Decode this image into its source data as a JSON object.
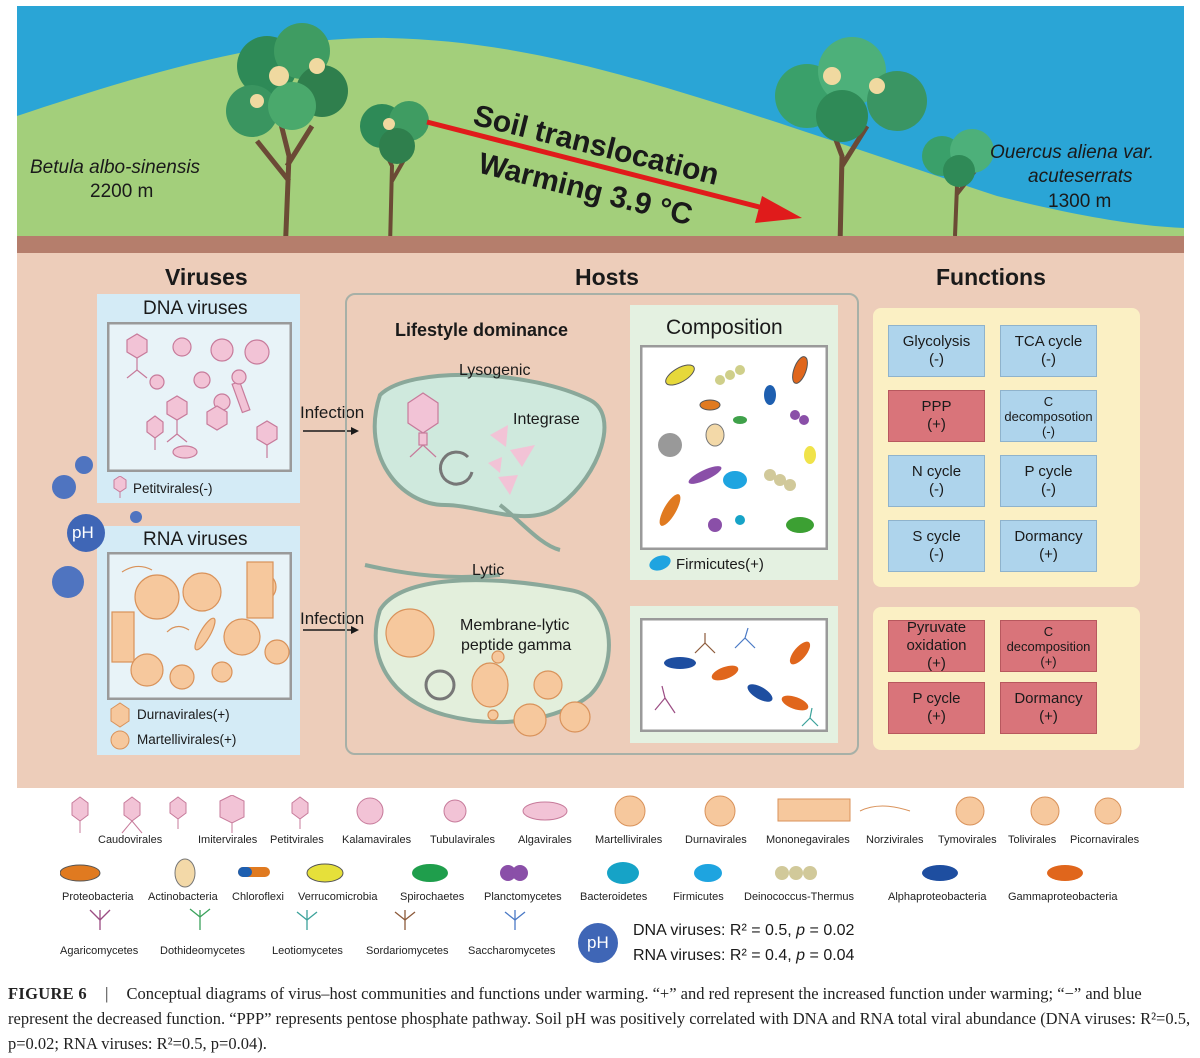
{
  "top": {
    "left_site": {
      "species": "Betula albo-sinensis",
      "elevation": "2200 m"
    },
    "right_site": {
      "species_line1": "Ouercus aliena var.",
      "species_line2": "acuteserrats",
      "elevation": "1300 m"
    },
    "arrow_line1": "Soil translocation",
    "arrow_line2": "Warming 3.9 °C"
  },
  "headings": {
    "viruses": "Viruses",
    "hosts": "Hosts",
    "functions": "Functions"
  },
  "viruses": {
    "dna_title": "DNA viruses",
    "dna_legend": "Petitvirales(-)",
    "rna_title": "RNA viruses",
    "rna_legend_1": "Durnavirales(+)",
    "rna_legend_2": "Martellivirales(+)",
    "ph": "pH"
  },
  "infection": "Infection",
  "hosts": {
    "lifestyle_title": "Lifestyle dominance",
    "lysogenic": "Lysogenic",
    "integrase": "Integrase",
    "lytic": "Lytic",
    "membrane_line1": "Membrane-lytic",
    "membrane_line2": "peptide gamma",
    "composition_title": "Composition",
    "firmicutes": "Firmicutes(+)"
  },
  "functions": {
    "decreased": [
      {
        "line1": "Glycolysis",
        "line2": "(-)"
      },
      {
        "line1": "TCA cycle",
        "line2": "(-)"
      },
      {
        "line1": "PPP",
        "line2": "(+)"
      },
      {
        "line1": "C",
        "line2": "decomposotion",
        "line3": "(-)"
      },
      {
        "line1": "N cycle",
        "line2": "(-)"
      },
      {
        "line1": "P cycle",
        "line2": "(-)"
      },
      {
        "line1": "S cycle",
        "line2": "(-)"
      },
      {
        "line1": "Dormancy",
        "line2": "(+)"
      }
    ],
    "increased": [
      {
        "line1": "Pyruvate",
        "line2": "oxidation",
        "line3": "(+)"
      },
      {
        "line1": "C",
        "line2": "decomposition",
        "line3": "(+)"
      },
      {
        "line1": "P cycle",
        "line2": "(+)"
      },
      {
        "line1": "Dormancy",
        "line2": "(+)"
      }
    ]
  },
  "legend": {
    "viruses": [
      "Caudovirales",
      "Imitervirales",
      "Petitvirales",
      "Kalamavirales",
      "Tubulavirales",
      "Algavirales",
      "Martellivirales",
      "Durnavirales",
      "Mononegavirales",
      "Norzivirales",
      "Tymovirales",
      "Tolivirales",
      "Picornavirales"
    ],
    "bacteria": [
      "Proteobacteria",
      "Actinobacteria",
      "Chloroflexi",
      "Verrucomicrobia",
      "Spirochaetes",
      "Planctomycetes",
      "Bacteroidetes",
      "Firmicutes",
      "Deinococcus-Thermus",
      "Alphaproteobacteria",
      "Gammaproteobacteria"
    ],
    "fungi": [
      "Agaricomycetes",
      "Dothideomycetes",
      "Leotiomycetes",
      "Sordariomycetes",
      "Saccharomycetes"
    ],
    "ph": "pH",
    "stats_dna_label": "DNA viruses: R² = 0.5, ",
    "stats_dna_p": "p",
    "stats_dna_rest": " = 0.02",
    "stats_rna_label": "RNA viruses: R² = 0.4, ",
    "stats_rna_p": "p",
    "stats_rna_rest": " = 0.04"
  },
  "caption": {
    "label": "FIGURE 6",
    "sep": "|",
    "text": "Conceptual diagrams of virus–host communities and functions under warming. “+” and red represent the increased function under warming; “−” and blue represent the decreased function. “PPP” represents pentose phosphate pathway. Soil pH was positively correlated with DNA and RNA total viral abundance (DNA viruses: R²=0.5, p=0.02; RNA viruses: R²=0.5, p=0.04)."
  },
  "colors": {
    "sky": "#2aa5d6",
    "hill": "#a3cf7b",
    "soil": "#edcdba",
    "soil_band": "#b57e6c",
    "arrow": "#e01b1b",
    "decreased": "#aed4ec",
    "increased": "#d9747a",
    "panel_yellow": "#fbf0c4",
    "panel_blue": "#d4ebf6",
    "panel_green": "#e4f1e1",
    "ph_blue": "#3f66b6"
  }
}
